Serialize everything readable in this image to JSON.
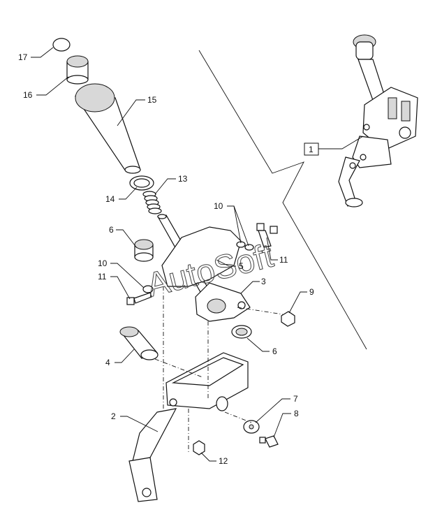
{
  "callouts": {
    "c17": "17",
    "c16": "16",
    "c15": "15",
    "c14": "14",
    "c13": "13",
    "c10a": "10",
    "c6a": "6",
    "c10b": "10",
    "c11a": "11",
    "c5": "5",
    "c11b": "11",
    "c3": "3",
    "c9": "9",
    "c4": "4",
    "c6b": "6",
    "c7": "7",
    "c8": "8",
    "c2": "2",
    "c12": "12",
    "c1": "1"
  },
  "watermark": "AutoSoft"
}
